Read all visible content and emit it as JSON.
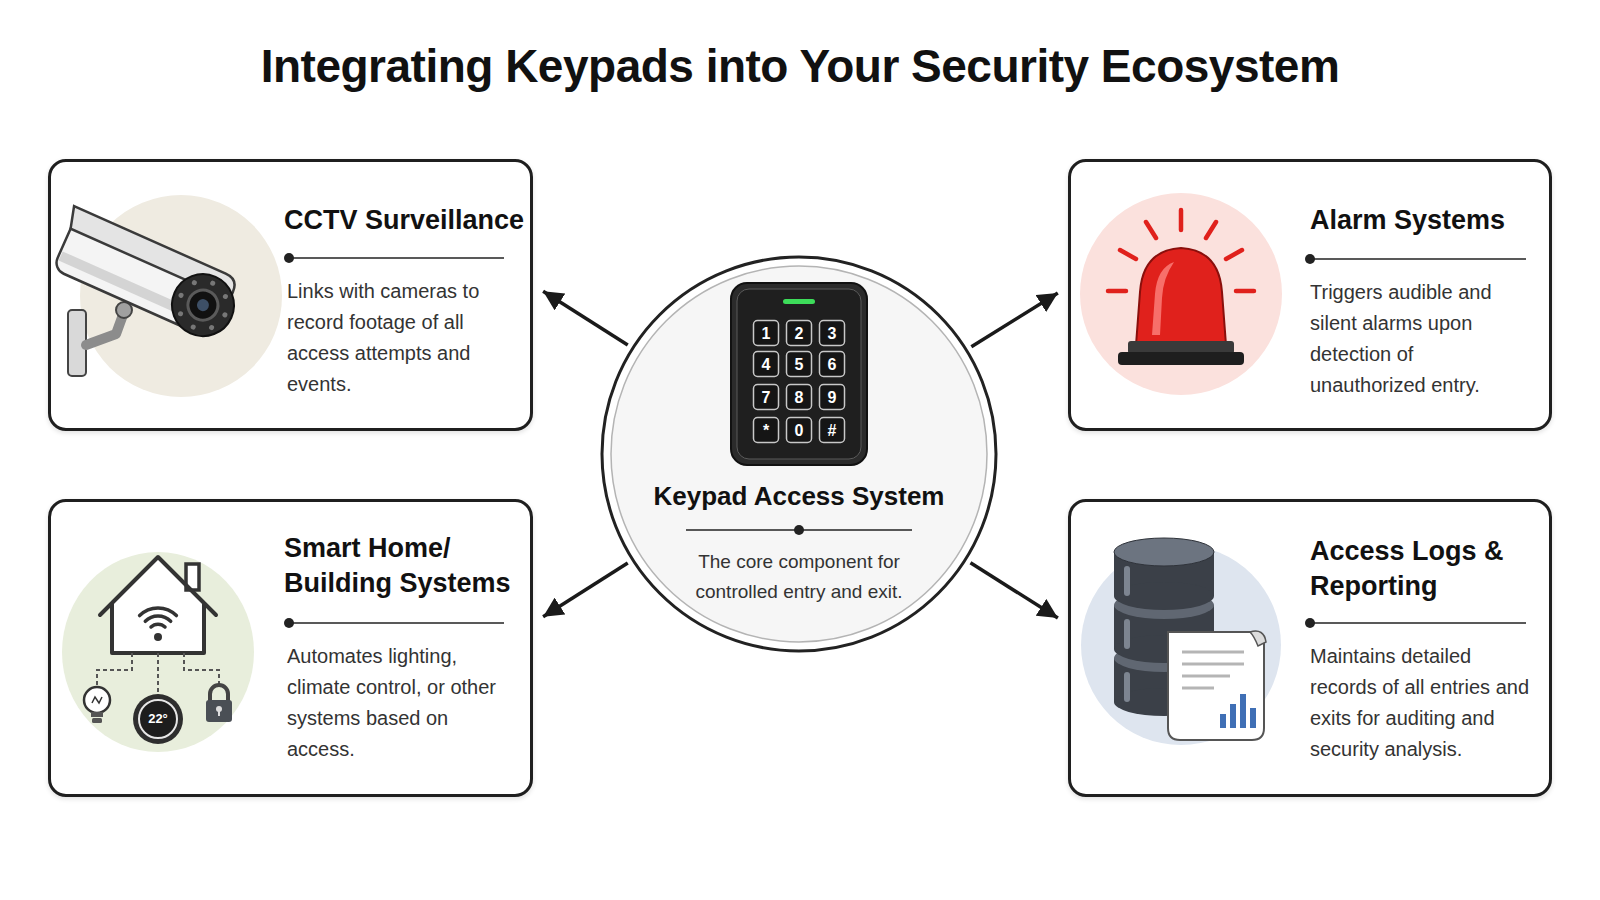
{
  "diagram": {
    "title": "Integrating Keypads into Your Security Ecosystem",
    "nodes": [
      {
        "text": [
          "CCTV Surveillance",
          "Links with cameras to record footage of all access attempts and events."
        ]
      },
      {
        "text": [
          "Keypad Access System",
          "The core component for controlled entry and exit."
        ]
      },
      {
        "text": [
          "Alarm Systems",
          "Triggers audible and silent alarms upon detection of unauthorized entry."
        ]
      },
      {
        "text": [
          "Smart Home/ Building Systems",
          "Automates lighting, climate control, or other systems based on access."
        ]
      },
      {
        "text": [
          "Access Logs & Reporting",
          "Maintains detailed records of all entries and exits for auditing and security analysis."
        ]
      }
    ],
    "edges": [
      {
        "from": 1,
        "to": 0,
        "arrow": "to"
      },
      {
        "from": 1,
        "to": 2,
        "arrow": "to"
      },
      {
        "from": 1,
        "to": 3,
        "arrow": "to"
      },
      {
        "from": 1,
        "to": 4,
        "arrow": "to"
      }
    ],
    "labels": [
      "1",
      "2",
      "3",
      "4",
      "5",
      "6",
      "7",
      "8",
      "9",
      "*",
      "0",
      "#",
      "22°"
    ]
  }
}
